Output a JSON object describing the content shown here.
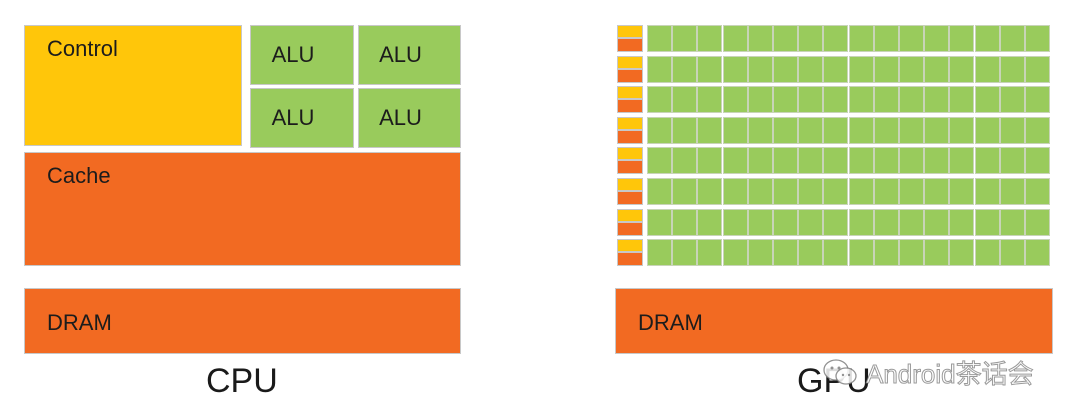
{
  "cpu": {
    "control_label": "Control",
    "alu_labels": [
      "ALU",
      "ALU",
      "ALU",
      "ALU"
    ],
    "cache_label": "Cache",
    "dram_label": "DRAM",
    "caption": "CPU"
  },
  "gpu": {
    "rows": 8,
    "alus_per_row": 16,
    "dram_label": "DRAM",
    "caption": "GPU"
  },
  "watermark": {
    "text": "Android茶话会"
  },
  "colors": {
    "control": "#ffc60a",
    "alu": "#99cb5c",
    "cache": "#f26a22",
    "dram": "#f26a22"
  }
}
